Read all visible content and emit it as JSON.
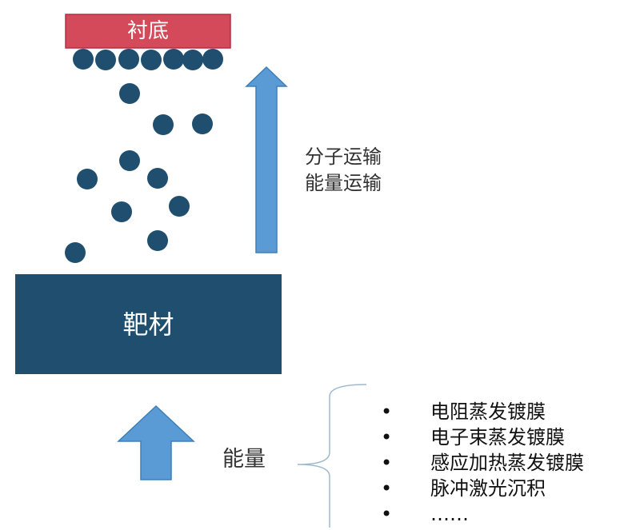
{
  "substrate": {
    "label": "衬底"
  },
  "target": {
    "label": "靶材"
  },
  "transport_labels": [
    "分子运输",
    "能量运输"
  ],
  "energy": {
    "label": "能量"
  },
  "methods": [
    "电阻蒸发镀膜",
    "电子束蒸发镀膜",
    "感应加热蒸发镀膜",
    "脉冲激光沉积",
    "……"
  ],
  "colors": {
    "substrate": "#d44a5a",
    "target": "#1f4e6e",
    "particle": "#1f4e6e",
    "arrow": "#5b9bd5",
    "arrow_stroke": "#3f7fb8",
    "brace": "#9db8cf"
  }
}
